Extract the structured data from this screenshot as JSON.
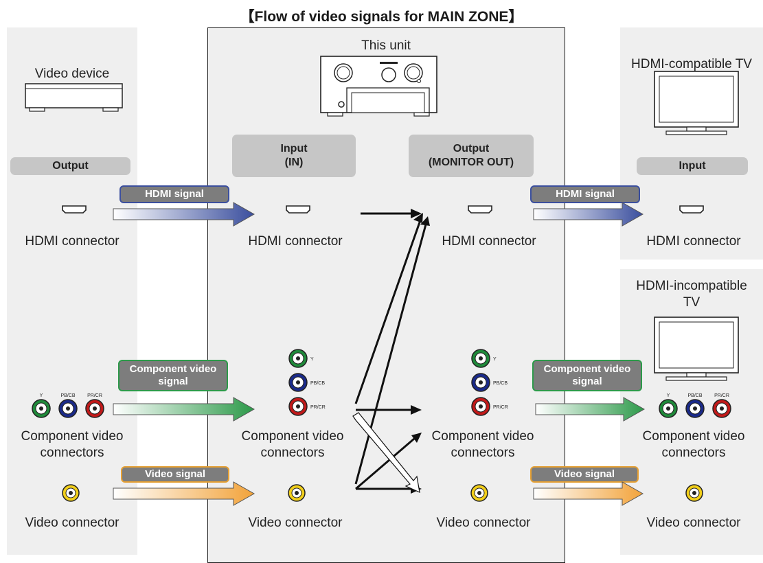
{
  "title": "【Flow of video signals for MAIN ZONE】",
  "unit_label": "This unit",
  "left": {
    "device_label": "Video device",
    "header": "Output",
    "hdmi_label": "HDMI connector",
    "component_label": "Component video\nconnectors",
    "video_label": "Video connector",
    "component_jack_labels": [
      "Y",
      "PB/CB",
      "PR/CR"
    ]
  },
  "unit_in": {
    "header": "Input\n(IN)",
    "hdmi_label": "HDMI connector",
    "component_label": "Component video\nconnectors",
    "video_label": "Video connector",
    "component_jack_labels": [
      "Y",
      "PB/CB",
      "PR/CR"
    ]
  },
  "unit_out": {
    "header": "Output\n(MONITOR OUT)",
    "hdmi_label": "HDMI connector",
    "component_label": "Component video\nconnectors",
    "video_label": "Video connector",
    "component_jack_labels": [
      "Y",
      "PB/CB",
      "PR/CR"
    ]
  },
  "right_top": {
    "device_label": "HDMI-compatible TV",
    "header": "Input",
    "hdmi_label": "HDMI connector"
  },
  "right_bottom": {
    "device_label": "HDMI-incompatible\nTV",
    "component_label": "Component video\nconnectors",
    "video_label": "Video connector",
    "component_jack_labels": [
      "Y",
      "PB/CB",
      "PR/CR"
    ]
  },
  "signals": {
    "hdmi": "HDMI signal",
    "component": "Component video\nsignal",
    "video": "Video signal"
  },
  "colors": {
    "hdmi": "#3b4f9e",
    "component": "#2d9a4a",
    "video": "#f2a33a",
    "panel": "#efefef",
    "header": "#c6c6c6",
    "badge": "#7d7d7d"
  }
}
